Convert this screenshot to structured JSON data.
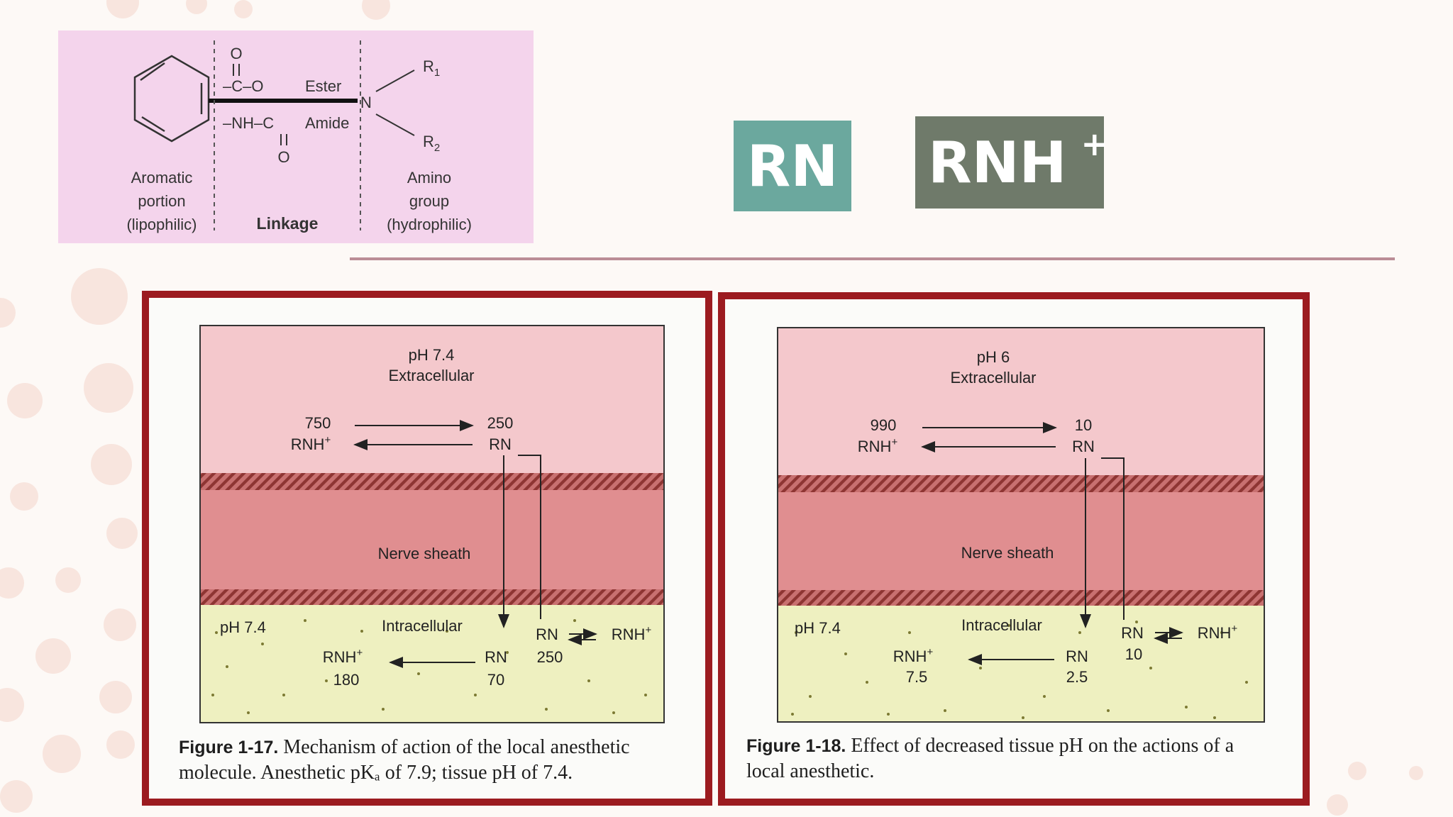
{
  "chemical_structure": {
    "carbonyl_o": "O",
    "ester_bond": "–C–O",
    "ester_label": "Ester",
    "amide_bond": "–NH–C",
    "amide_label": "Amide",
    "nitrogen": "N",
    "r1": "R",
    "r1_sub": "1",
    "r2": "R",
    "r2_sub": "2",
    "aromatic_label": [
      "Aromatic",
      "portion",
      "(lipophilic)"
    ],
    "linkage_label": "Linkage",
    "amino_label": [
      "Amino",
      "group",
      "(hydrophilic)"
    ]
  },
  "badges": {
    "rn": "RN",
    "rnh": "RNH",
    "rnh_charge": "+"
  },
  "figure_1_17": {
    "ext_ph": "pH 7.4",
    "ext_label": "Extracellular",
    "ext_rnh_value": "750",
    "ext_rnh": "RNH",
    "ext_rn_value": "250",
    "ext_rn": "RN",
    "sheath_label": "Nerve sheath",
    "int_ph": "pH 7.4",
    "int_label": "Intracellular",
    "int_rnh": "RNH",
    "int_rnh_value": "180",
    "int_rn": "RN",
    "int_rn_value": "70",
    "eq_rn": "RN",
    "eq_rnh": "RNH",
    "eq_rn_value": "250",
    "plus": "+",
    "caption_label": "Figure 1-17.",
    "caption_line1": "Mechanism of action of the local anesthetic",
    "caption_line2": "molecule. Anesthetic pKₐ of 7.9; tissue pH of 7.4."
  },
  "figure_1_18": {
    "ext_ph": "pH 6",
    "ext_label": "Extracellular",
    "ext_rnh_value": "990",
    "ext_rnh": "RNH",
    "ext_rn_value": "10",
    "ext_rn": "RN",
    "sheath_label": "Nerve sheath",
    "int_ph": "pH 7.4",
    "int_label": "Intracellular",
    "int_rnh": "RNH",
    "int_rnh_value": "7.5",
    "int_rn": "RN",
    "int_rn_value": "2.5",
    "eq_rn": "RN",
    "eq_rnh": "RNH",
    "eq_rn_value": "10",
    "plus": "+",
    "caption_label": "Figure 1-18.",
    "caption_line1": "Effect of decreased tissue pH on the actions of a",
    "caption_line2": "local anesthetic."
  }
}
